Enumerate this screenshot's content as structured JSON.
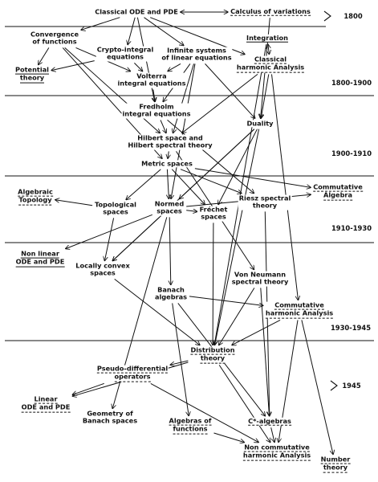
{
  "diagram": {
    "nodes": [
      {
        "id": "classical_ode",
        "lines": [
          "Classical ODE and PDE"
        ],
        "underline": "none"
      },
      {
        "id": "calc_var",
        "lines": [
          "Calculus of variations"
        ],
        "underline": "dash"
      },
      {
        "id": "convergence",
        "lines": [
          "Convergence",
          "of functions"
        ],
        "underline": "none"
      },
      {
        "id": "crypto",
        "lines": [
          "Crypto-integral",
          "equations"
        ],
        "underline": "none"
      },
      {
        "id": "infinite_sys",
        "lines": [
          "Infinite systems",
          "of linear equations"
        ],
        "underline": "none"
      },
      {
        "id": "integration",
        "lines": [
          "Integration"
        ],
        "underline": "solid"
      },
      {
        "id": "classical_harm",
        "lines": [
          "Classical",
          "harmonic Analysis"
        ],
        "underline": "dash"
      },
      {
        "id": "potential",
        "lines": [
          "Potential",
          "theory"
        ],
        "underline": "solid"
      },
      {
        "id": "volterra",
        "lines": [
          "Volterra",
          "integral equations"
        ],
        "underline": "none"
      },
      {
        "id": "fredholm",
        "lines": [
          "Fredholm",
          "integral equations"
        ],
        "underline": "none"
      },
      {
        "id": "duality",
        "lines": [
          "Duality"
        ],
        "underline": "none"
      },
      {
        "id": "hilbert",
        "lines": [
          "Hilbert space and",
          "Hilbert spectral theory"
        ],
        "underline": "none"
      },
      {
        "id": "metric",
        "lines": [
          "Metric spaces"
        ],
        "underline": "none"
      },
      {
        "id": "commutative_alg",
        "lines": [
          "Commutative",
          "Algebra"
        ],
        "underline": "dash"
      },
      {
        "id": "alg_topology",
        "lines": [
          "Algebraic",
          "Topology"
        ],
        "underline": "dash"
      },
      {
        "id": "topological",
        "lines": [
          "Topological",
          "spaces"
        ],
        "underline": "none"
      },
      {
        "id": "normed",
        "lines": [
          "Normed",
          "spaces"
        ],
        "underline": "none"
      },
      {
        "id": "frechet",
        "lines": [
          "Fréchet",
          "spaces"
        ],
        "underline": "none"
      },
      {
        "id": "riesz",
        "lines": [
          "Riesz spectral",
          "theory"
        ],
        "underline": "none"
      },
      {
        "id": "nonlinear",
        "lines": [
          "Non linear",
          "ODE and PDE"
        ],
        "underline": "solid"
      },
      {
        "id": "locally_convex",
        "lines": [
          "Locally convex",
          "spaces"
        ],
        "underline": "none"
      },
      {
        "id": "von_neumann",
        "lines": [
          "Von Neumann",
          "spectral theory"
        ],
        "underline": "none"
      },
      {
        "id": "banach_alg",
        "lines": [
          "Banach",
          "algebras"
        ],
        "underline": "none"
      },
      {
        "id": "comm_harm",
        "lines": [
          "Commutative",
          "harmonic Analysis"
        ],
        "underline": "dash"
      },
      {
        "id": "distribution",
        "lines": [
          "Distribution",
          "theory"
        ],
        "underline": "dash"
      },
      {
        "id": "pseudo",
        "lines": [
          "Pseudo-differential",
          "operators"
        ],
        "underline": "dash"
      },
      {
        "id": "linear_ode",
        "lines": [
          "Linear",
          "ODE and PDE"
        ],
        "underline": "dash"
      },
      {
        "id": "geometry_banach",
        "lines": [
          "Geometry of",
          "Banach spaces"
        ],
        "underline": "none"
      },
      {
        "id": "algebras_fn",
        "lines": [
          "Algebras of",
          "functions"
        ],
        "underline": "dash"
      },
      {
        "id": "c_star",
        "lines": [
          "C*-algebras"
        ],
        "underline": "dash"
      },
      {
        "id": "noncomm_harm",
        "lines": [
          "Non commutative",
          "harmonic Analysis"
        ],
        "underline": "dash"
      },
      {
        "id": "number_theory",
        "lines": [
          "Number",
          "theory"
        ],
        "underline": "dash"
      }
    ],
    "periods": [
      "1800",
      "1800-1900",
      "1900-1910",
      "1910-1930",
      "1930-1945",
      "1945"
    ],
    "edges": [
      {
        "from": "classical_ode",
        "to": "calc_var",
        "bidirectional": true
      },
      {
        "from": "classical_ode",
        "to": "convergence"
      },
      {
        "from": "classical_ode",
        "to": "crypto"
      },
      {
        "from": "classical_ode",
        "to": "infinite_sys"
      },
      {
        "from": "classical_ode",
        "to": "classical_harm"
      },
      {
        "from": "classical_ode",
        "to": "fredholm"
      },
      {
        "from": "calc_var",
        "to": "duality"
      },
      {
        "from": "integration",
        "to": "classical_harm",
        "bidirectional": true
      },
      {
        "from": "convergence",
        "to": "potential"
      },
      {
        "from": "convergence",
        "to": "volterra"
      },
      {
        "from": "convergence",
        "to": "hilbert"
      },
      {
        "from": "convergence",
        "to": "metric"
      },
      {
        "from": "crypto",
        "to": "volterra"
      },
      {
        "from": "crypto",
        "to": "potential"
      },
      {
        "from": "volterra",
        "to": "fredholm"
      },
      {
        "from": "infinite_sys",
        "to": "volterra"
      },
      {
        "from": "infinite_sys",
        "to": "fredholm"
      },
      {
        "from": "infinite_sys",
        "to": "duality"
      },
      {
        "from": "infinite_sys",
        "to": "hilbert"
      },
      {
        "from": "infinite_sys",
        "to": "normed"
      },
      {
        "from": "classical_harm",
        "to": "hilbert"
      },
      {
        "from": "classical_harm",
        "to": "duality"
      },
      {
        "from": "classical_harm",
        "to": "comm_harm"
      },
      {
        "from": "integration",
        "to": "distribution"
      },
      {
        "from": "fredholm",
        "to": "hilbert"
      },
      {
        "from": "fredholm",
        "to": "riesz"
      },
      {
        "from": "hilbert",
        "to": "metric"
      },
      {
        "from": "hilbert",
        "to": "von_neumann"
      },
      {
        "from": "metric",
        "to": "topological"
      },
      {
        "from": "metric",
        "to": "normed"
      },
      {
        "from": "metric",
        "to": "frechet"
      },
      {
        "from": "metric",
        "to": "commutative_alg"
      },
      {
        "from": "metric",
        "to": "riesz"
      },
      {
        "from": "duality",
        "to": "normed"
      },
      {
        "from": "duality",
        "to": "frechet"
      },
      {
        "from": "duality",
        "to": "distribution"
      },
      {
        "from": "duality",
        "to": "locally_convex"
      },
      {
        "from": "topological",
        "to": "alg_topology"
      },
      {
        "from": "topological",
        "to": "locally_convex"
      },
      {
        "from": "normed",
        "to": "locally_convex"
      },
      {
        "from": "normed",
        "to": "banach_alg"
      },
      {
        "from": "normed",
        "to": "nonlinear"
      },
      {
        "from": "normed",
        "to": "geometry_banach"
      },
      {
        "from": "normed",
        "to": "frechet"
      },
      {
        "from": "normed",
        "to": "commutative_alg"
      },
      {
        "from": "frechet",
        "to": "distribution"
      },
      {
        "from": "locally_convex",
        "to": "distribution"
      },
      {
        "from": "banach_alg",
        "to": "comm_harm"
      },
      {
        "from": "banach_alg",
        "to": "c_star"
      },
      {
        "from": "banach_alg",
        "to": "algebras_fn"
      },
      {
        "from": "von_neumann",
        "to": "c_star"
      },
      {
        "from": "von_neumann",
        "to": "distribution"
      },
      {
        "from": "comm_harm",
        "to": "noncomm_harm"
      },
      {
        "from": "comm_harm",
        "to": "number_theory"
      },
      {
        "from": "comm_harm",
        "to": "distribution"
      },
      {
        "from": "distribution",
        "to": "pseudo"
      },
      {
        "from": "distribution",
        "to": "linear_ode"
      },
      {
        "from": "distribution",
        "to": "noncomm_harm"
      },
      {
        "from": "pseudo",
        "to": "linear_ode"
      },
      {
        "from": "pseudo",
        "to": "noncomm_harm"
      },
      {
        "from": "c_star",
        "to": "noncomm_harm"
      },
      {
        "from": "riesz",
        "to": "c_star"
      },
      {
        "from": "algebras_fn",
        "to": "noncomm_harm"
      }
    ]
  }
}
